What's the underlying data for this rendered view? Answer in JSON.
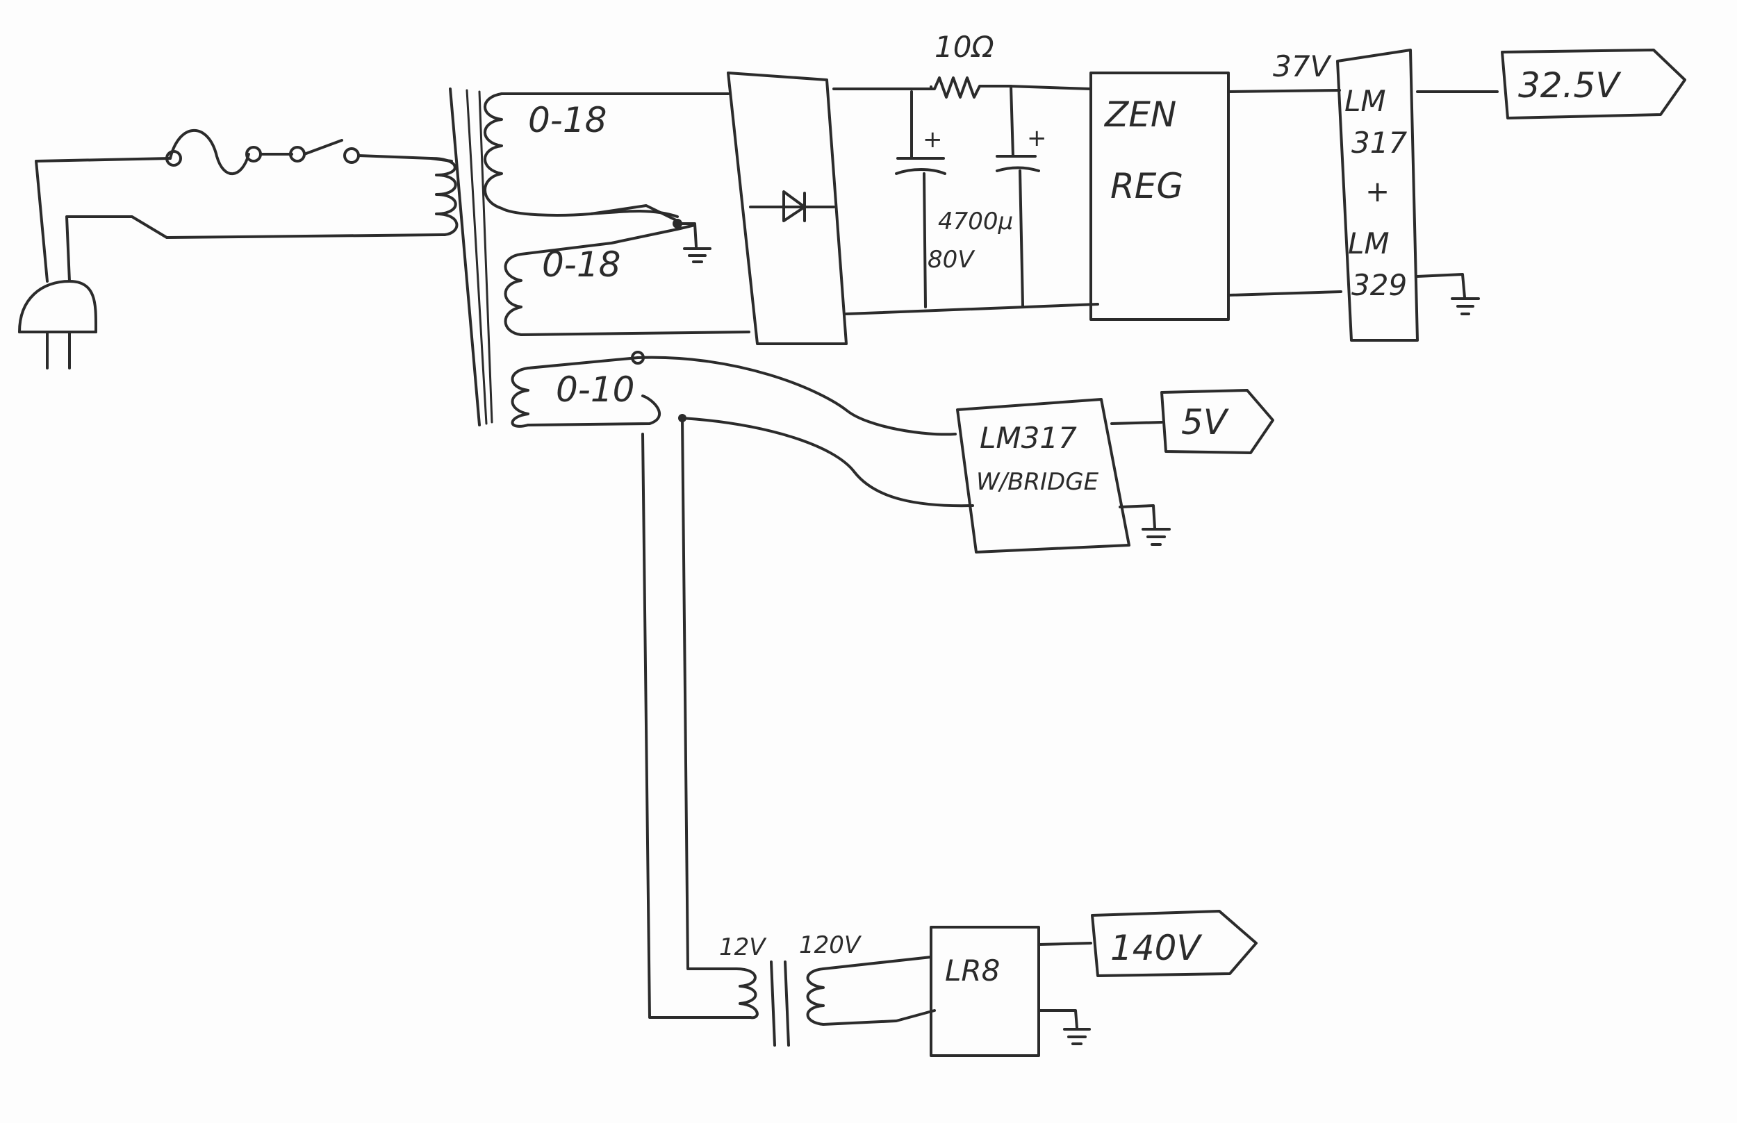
{
  "labels": {
    "winding1": "0-18",
    "winding2": "0-18",
    "winding3": "0-10",
    "resistor": "10Ω",
    "cap_plus1": "+",
    "cap_plus2": "+",
    "cap_value": "4700µ",
    "cap_voltage": "80V",
    "zen": "ZEN",
    "reg": "REG",
    "v37": "37V",
    "lm317_top": "LM",
    "lm317_num": "317",
    "plus": "+",
    "lm329_top": "LM",
    "lm329_num": "329",
    "out_325": "32.5V",
    "lm317_bridge_1": "LM317",
    "lm317_bridge_2": "W/BRIDGE",
    "out_5v": "5V",
    "t2_primary": "12V",
    "t2_secondary": "120V",
    "lr8": "LR8",
    "out_140": "140V"
  }
}
